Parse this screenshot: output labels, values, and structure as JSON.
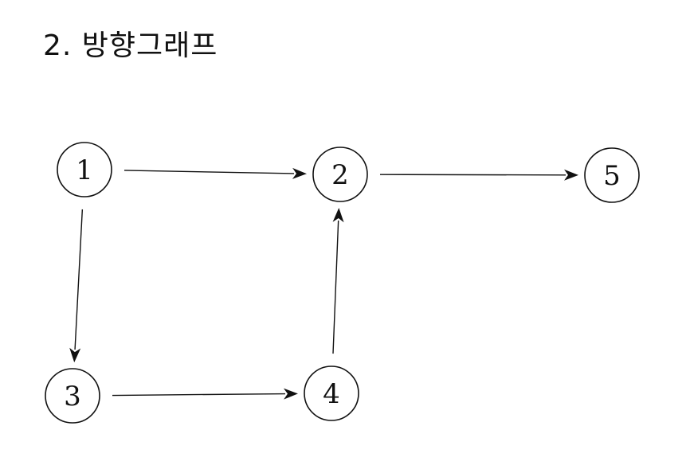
{
  "title": "2. 방향그래프",
  "graph": {
    "type": "directed",
    "nodes": [
      {
        "id": "1",
        "label": "1"
      },
      {
        "id": "2",
        "label": "2"
      },
      {
        "id": "3",
        "label": "3"
      },
      {
        "id": "4",
        "label": "4"
      },
      {
        "id": "5",
        "label": "5"
      }
    ],
    "edges": [
      {
        "from": "1",
        "to": "2"
      },
      {
        "from": "2",
        "to": "5"
      },
      {
        "from": "1",
        "to": "3"
      },
      {
        "from": "3",
        "to": "4"
      },
      {
        "from": "4",
        "to": "2"
      }
    ]
  },
  "colors": {
    "stroke": "#111111",
    "background": "#ffffff"
  }
}
